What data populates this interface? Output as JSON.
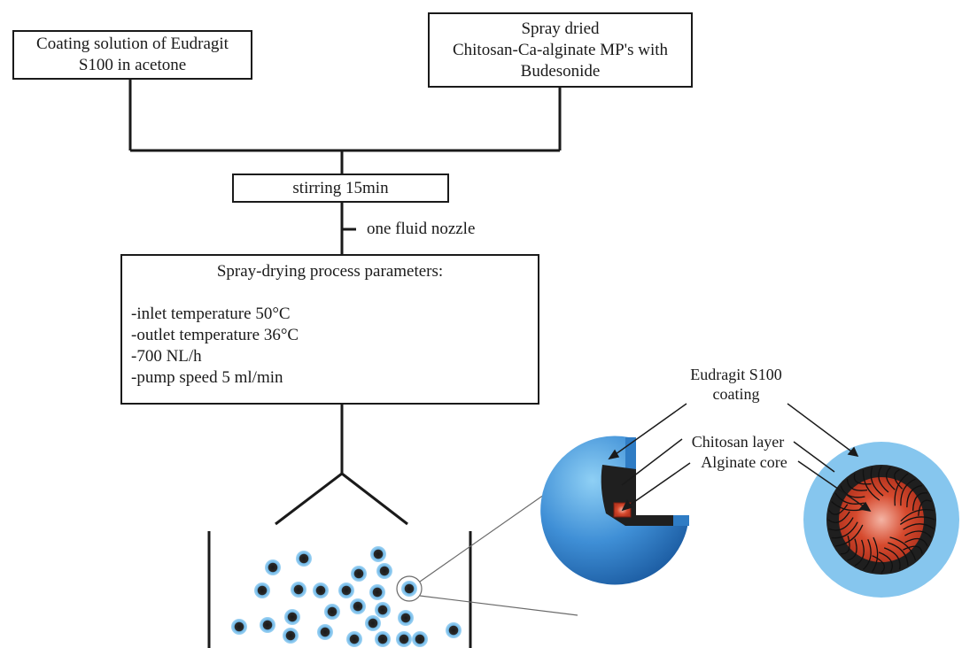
{
  "boxes": {
    "coating_solution": [
      "Coating solution of Eudragit",
      "S100 in acetone"
    ],
    "spray_dried": [
      "Spray dried",
      "Chitosan-Ca-alginate MP's with",
      "Budesonide"
    ],
    "stirring": "stirring 15min",
    "process": {
      "title": "Spray-drying process parameters:",
      "items": [
        "-inlet temperature 50°C",
        "-outlet temperature 36°C",
        "-700 NL/h",
        "-pump speed 5 ml/min"
      ]
    }
  },
  "nozzle_label": "one fluid nozzle",
  "particle_labels": {
    "eudragit": [
      "Eudragit S100",
      "coating"
    ],
    "chitosan": "Chitosan layer",
    "alginate": "Alginate core"
  },
  "colors": {
    "coating_blue": "#3f8fd6",
    "light_blue": "#7cc0ec",
    "core_red": "#d64a2e",
    "chitosan_black": "#1f1f1f",
    "line_black": "#1a1a1a"
  }
}
